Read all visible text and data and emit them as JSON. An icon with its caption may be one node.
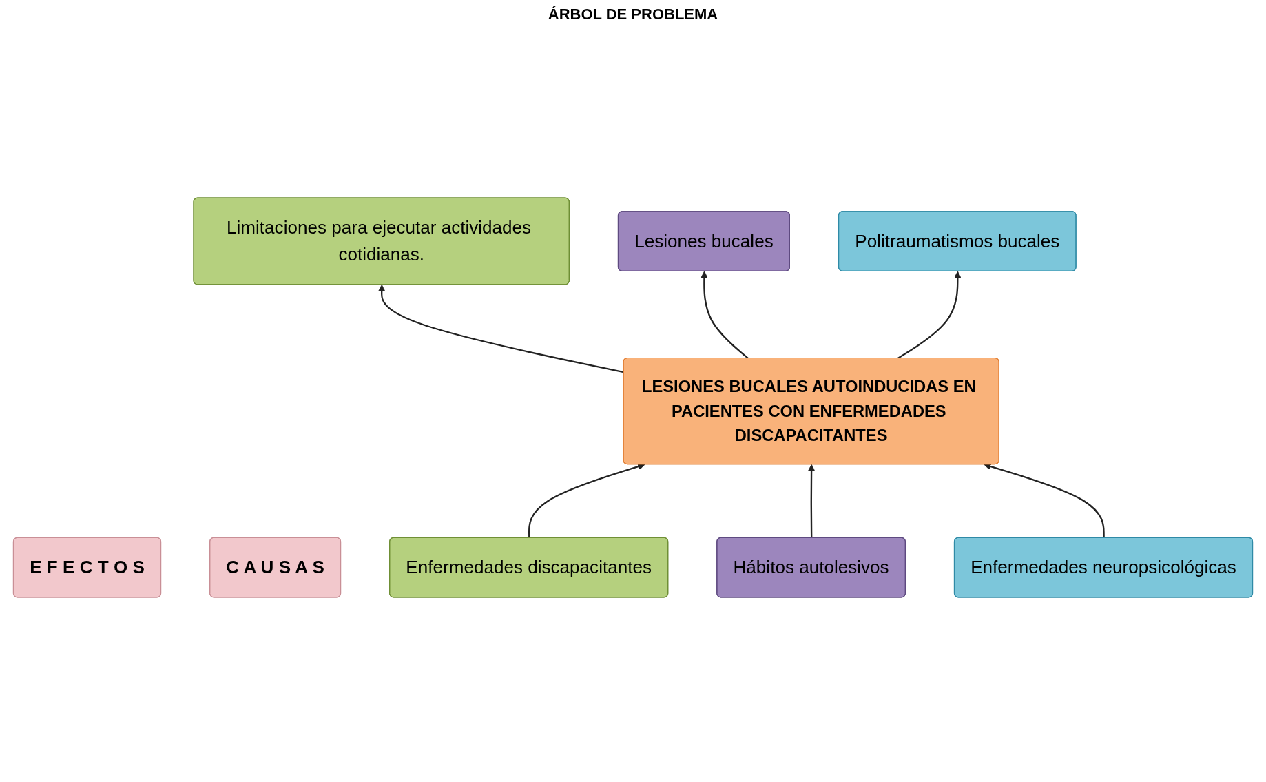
{
  "diagram": {
    "title": "ÁRBOL DE PROBLEMA",
    "nodes": [
      {
        "text": [
          "E F E C T O S"
        ]
      },
      {
        "text": [
          "Limitaciones para ejecutar actividades cotidianas."
        ]
      },
      {
        "text": [
          "Lesiones bucales"
        ]
      },
      {
        "text": [
          "Politraumatismos bucales"
        ]
      },
      {
        "text": [
          "LESIONES BUCALES AUTOINDUCIDAS EN PACIENTES CON ENFERMEDADES DISCAPACITANTES"
        ]
      },
      {
        "text": [
          "C A U S A S"
        ]
      },
      {
        "text": [
          "Enfermedades discapacitantes"
        ]
      },
      {
        "text": [
          "Hábitos autolesivos"
        ]
      },
      {
        "text": [
          "Enfermedades neuropsicológicas"
        ]
      }
    ],
    "edges": [
      {
        "from": 4,
        "to": 1,
        "arrow": "to"
      },
      {
        "from": 4,
        "to": 2,
        "arrow": "to"
      },
      {
        "from": 4,
        "to": 3,
        "arrow": "to"
      },
      {
        "from": 6,
        "to": 4,
        "arrow": "to"
      },
      {
        "from": 7,
        "to": 4,
        "arrow": "to"
      },
      {
        "from": 8,
        "to": 4,
        "arrow": "to"
      }
    ]
  }
}
